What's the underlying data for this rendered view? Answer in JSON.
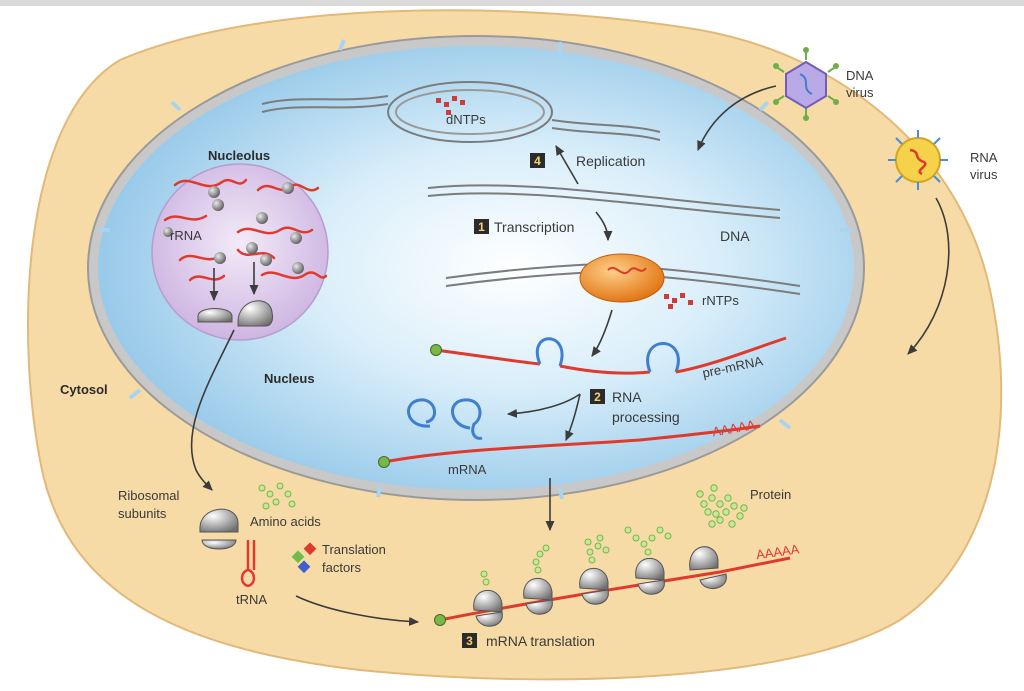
{
  "labels": {
    "nucleolus": "Nucleolus",
    "nucleus": "Nucleus",
    "cytosol": "Cytosol",
    "rrna": "rRNA",
    "dntps": "dNTPs",
    "replication": "Replication",
    "transcription": "Transcription",
    "dna": "DNA",
    "rntps": "rNTPs",
    "pre_mrna": "pre-mRNA",
    "rna_processing_1": "RNA",
    "rna_processing_2": "processing",
    "poly_a": "AAAAA",
    "mrna": "mRNA",
    "ribosomal_subunits_1": "Ribosomal",
    "ribosomal_subunits_2": "subunits",
    "amino_acids": "Amino acids",
    "translation_factors_1": "Translation",
    "translation_factors_2": "factors",
    "trna": "tRNA",
    "protein": "Protein",
    "mrna_translation": "mRNA translation",
    "dna_virus_1": "DNA",
    "dna_virus_2": "virus",
    "rna_virus_1": "RNA",
    "rna_virus_2": "virus"
  },
  "steps": {
    "replication_num": "4",
    "transcription_num": "1",
    "processing_num": "2",
    "translation_num": "3"
  },
  "colors": {
    "cytosol": "#f7dba6",
    "nucleus": "#a9d4ef",
    "nucleolus": "#dcc8ea",
    "mrna": "#e03a2e",
    "loop": "#3f7fd0",
    "polymerase": "#f08a1c",
    "amino_acid": "#a8d870",
    "ribosome": "#8a8a8a"
  }
}
